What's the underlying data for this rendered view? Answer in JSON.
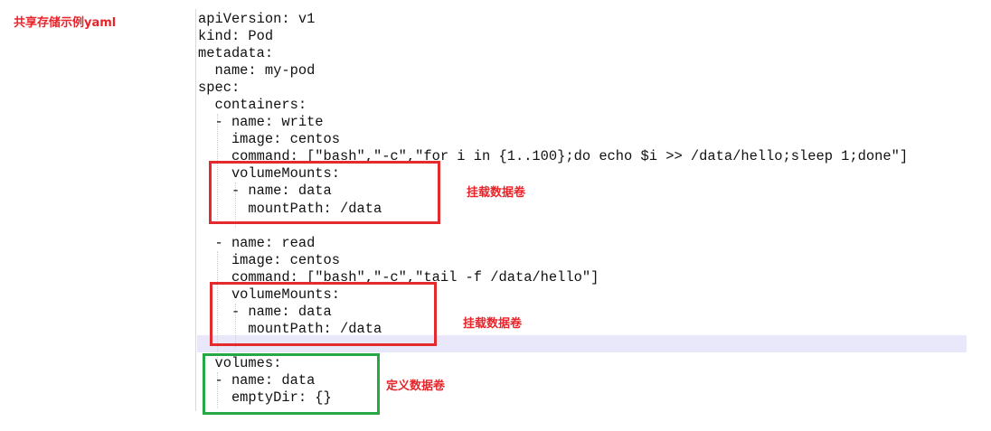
{
  "title": "共享存储示例yaml",
  "code_lines": [
    "apiVersion: v1",
    "kind: Pod",
    "metadata:",
    "  name: my-pod",
    "spec:",
    "  containers:",
    "  - name: write",
    "    image: centos",
    "    command: [\"bash\",\"-c\",\"for i in {1..100};do echo $i >> /data/hello;sleep 1;done\"]",
    "    volumeMounts:",
    "    - name: data",
    "      mountPath: /data",
    "",
    "  - name: read",
    "    image: centos",
    "    command: [\"bash\",\"-c\",\"tail -f /data/hello\"]",
    "    volumeMounts:",
    "    - name: data",
    "      mountPath: /data",
    "",
    "  volumes:",
    "  - name: data",
    "    emptyDir: {}"
  ],
  "annotations": {
    "mount_write": "挂载数据卷",
    "mount_read": "挂载数据卷",
    "define_volume": "定义数据卷"
  },
  "colors": {
    "annotation_text": "#e8242a",
    "mount_box": "#e32a2c",
    "volume_box": "#28a745",
    "current_line": "#e8e8fa"
  }
}
